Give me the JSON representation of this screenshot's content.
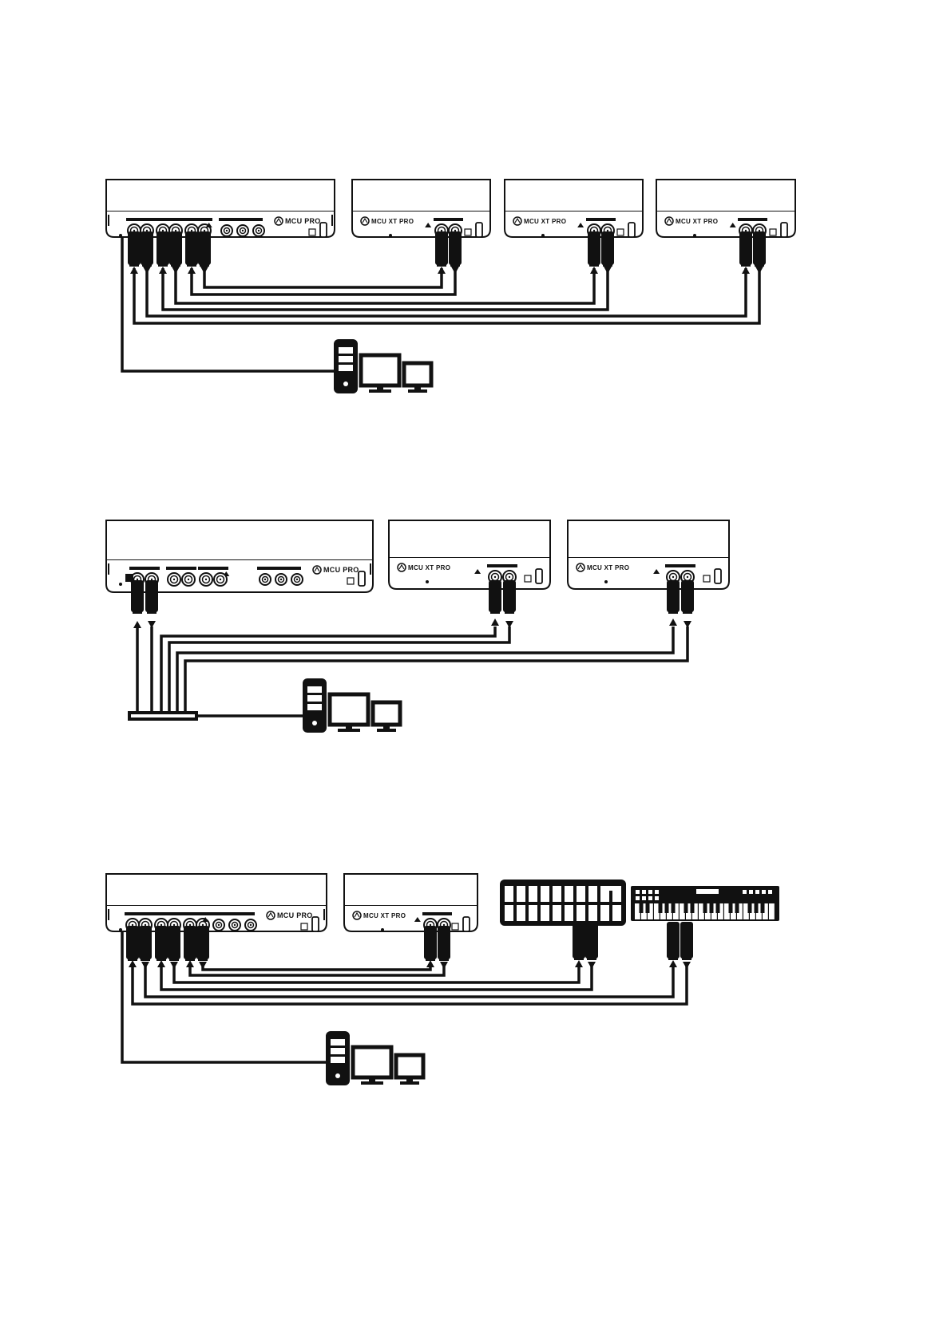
{
  "labels": {
    "mcu_pro": "MCU PRO",
    "mcu_xt_pro": "MCU XT PRO"
  },
  "diagrams": [
    {
      "id": "diagram-1",
      "devices": [
        "MCU PRO",
        "MCU XT PRO",
        "MCU XT PRO",
        "MCU XT PRO"
      ],
      "hub": false
    },
    {
      "id": "diagram-2",
      "devices": [
        "MCU PRO",
        "MCU XT PRO",
        "MCU XT PRO"
      ],
      "hub": true
    },
    {
      "id": "diagram-3",
      "devices": [
        "MCU PRO",
        "MCU XT PRO",
        "keyboard-controller-pads",
        "keyboard-controller-keys"
      ],
      "hub": false
    }
  ],
  "colors": {
    "ink": "#111111",
    "paper": "#ffffff"
  }
}
